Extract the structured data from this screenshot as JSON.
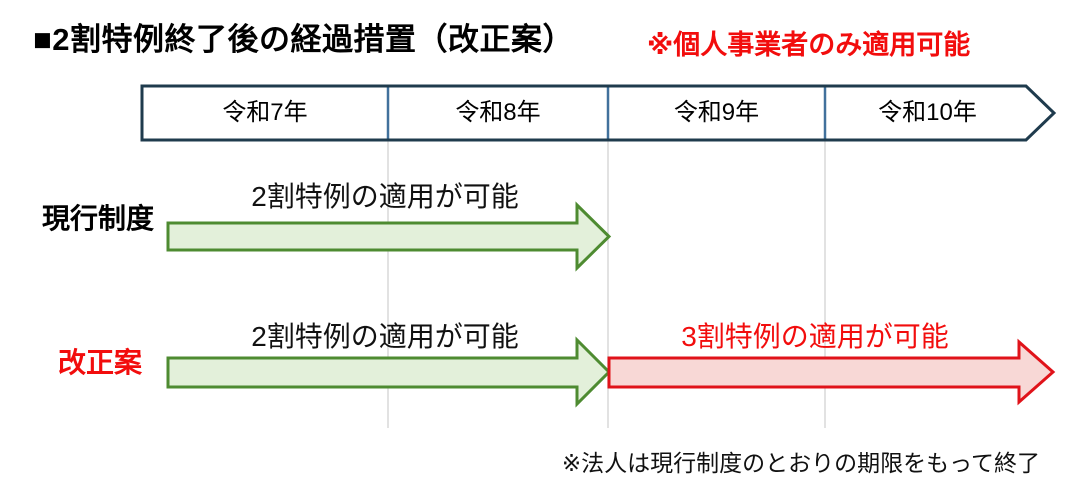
{
  "title": {
    "main": "■2割特例終了後の経過措置（改正案）",
    "note": "※個人事業者のみ適用可能"
  },
  "timeline": {
    "years": [
      "令和7年",
      "令和8年",
      "令和9年",
      "令和10年"
    ]
  },
  "rows": [
    {
      "label": "現行制度",
      "arrows": [
        {
          "caption": "2割特例の適用が可能",
          "color": "green",
          "span_years": [
            "令和7年",
            "令和8年"
          ]
        }
      ]
    },
    {
      "label": "改正案",
      "arrows": [
        {
          "caption": "2割特例の適用が可能",
          "color": "green",
          "span_years": [
            "令和7年",
            "令和8年"
          ]
        },
        {
          "caption": "3割特例の適用が可能",
          "color": "red",
          "span_years": [
            "令和9年",
            "令和10年"
          ]
        }
      ]
    }
  ],
  "footnote": "※法人は現行制度のとおりの期限をもって終了",
  "colors": {
    "text_black": "#000000",
    "accent_red_text": "#f20d0d",
    "green_arrow_fill": "#e3f0da",
    "green_arrow_stroke": "#4e8b31",
    "red_arrow_fill": "#f8d8d6",
    "red_arrow_stroke": "#e0131a",
    "timeline_border": "#1f3b4d",
    "timeline_divider": "#41719c",
    "gridline": "#d9d9d9",
    "background": "#ffffff"
  }
}
